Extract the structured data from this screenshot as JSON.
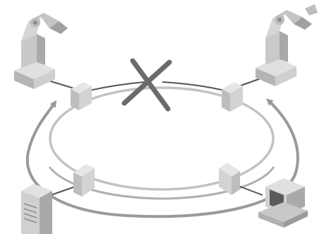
{
  "diagram": {
    "network_topology": "ring",
    "nodes": [
      {
        "id": "robot-arm-left",
        "icon": "industrial-robot-arm"
      },
      {
        "id": "robot-arm-right",
        "icon": "industrial-robot-arm"
      },
      {
        "id": "server",
        "icon": "tower-server"
      },
      {
        "id": "workstation",
        "icon": "desktop-computer"
      }
    ],
    "switches": 4,
    "link_break_icon": "cross-mark",
    "colors": {
      "ring_inner": "#c2c2c2",
      "ring_outer": "#9a9a9a",
      "active_link": "#555555",
      "device_fill": "#d3d3d3",
      "device_shade": "#a9a9a9",
      "device_dark": "#8c8c8c",
      "break_mark": "#6b6b6b"
    }
  }
}
